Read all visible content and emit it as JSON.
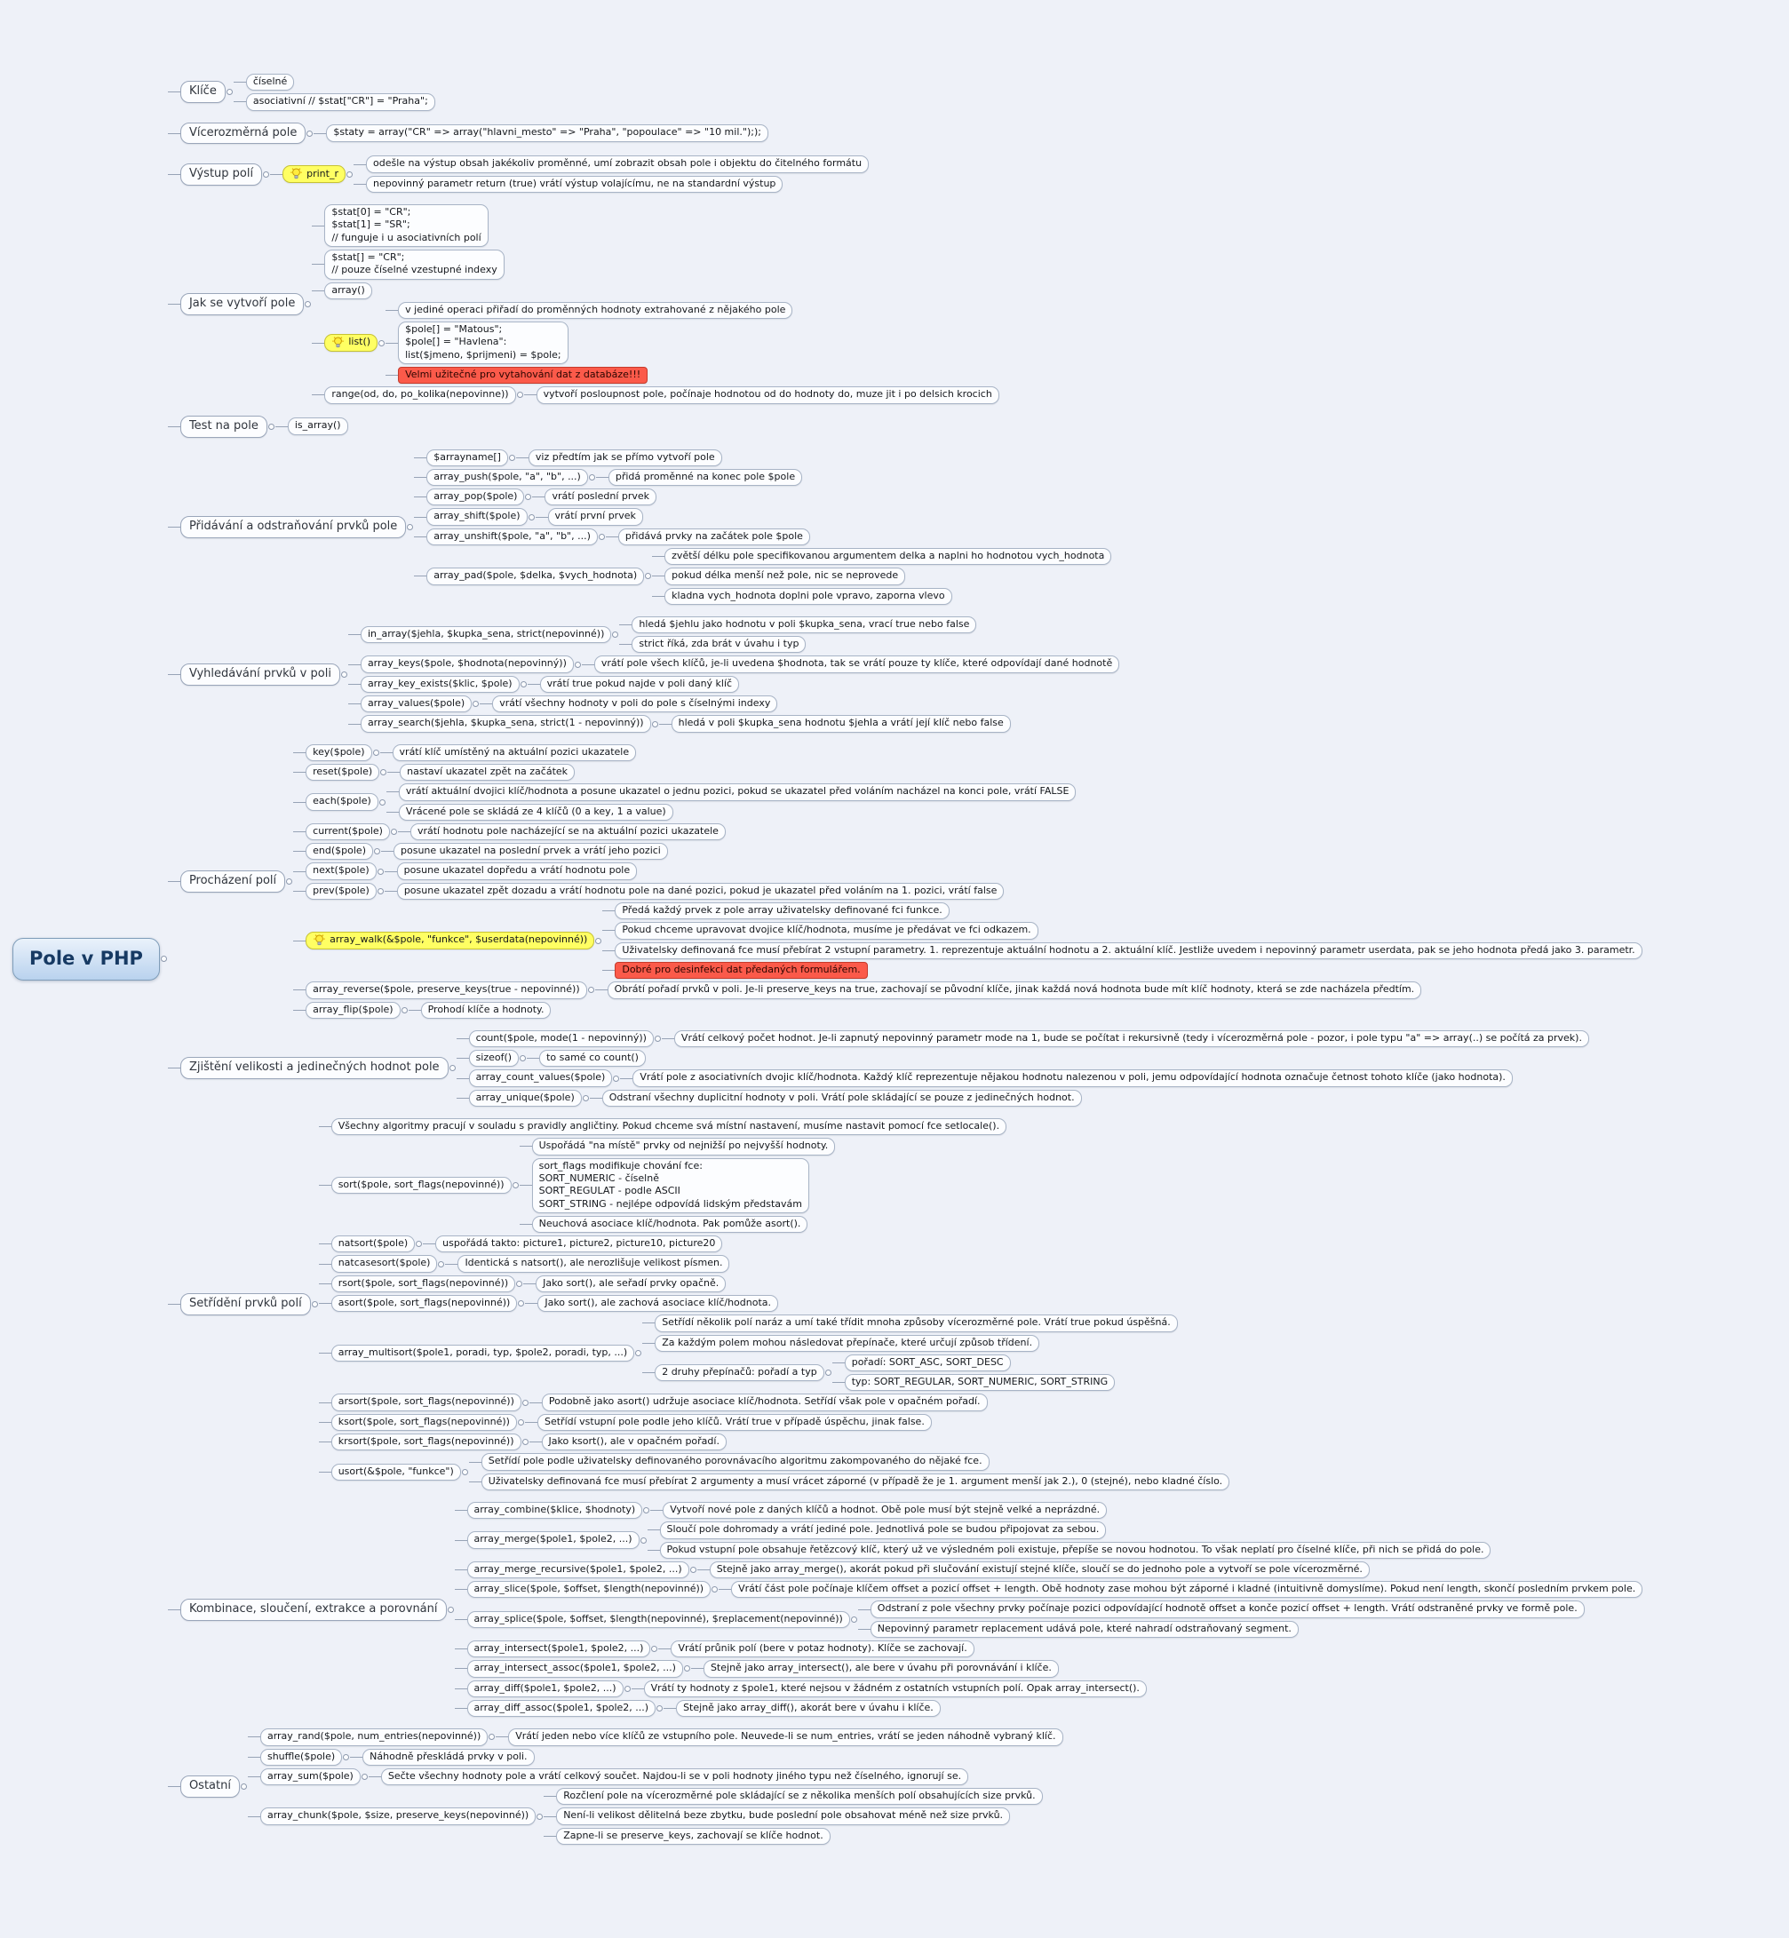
{
  "colors": {
    "background": "#eef1f8",
    "root_bg": "#b9d2ee",
    "root_border": "#7f9db9",
    "node_bg": "#fcfdff",
    "node_border": "#a8b4c6",
    "connector_line": "#97a3b6",
    "idea_bg": "#ffff63",
    "warning_bg": "#fb5a4a"
  },
  "map": {
    "text": "Pole v PHP",
    "style": "root",
    "children": [
      {
        "text": "Klíče",
        "style": "topic",
        "children": [
          {
            "text": "číselné"
          },
          {
            "text": "asociativní // $stat[\"CR\"] = \"Praha\";"
          }
        ]
      },
      {
        "text": "Vícerozměrná pole",
        "style": "topic",
        "children": [
          {
            "text": "$staty = array(\"CR\" => array(\"hlavni_mesto\" => \"Praha\", \"popoulace\" => \"10 mil.\"););"
          }
        ]
      },
      {
        "text": "Výstup polí",
        "style": "topic",
        "children": [
          {
            "text": "print_r",
            "style": "idea",
            "icon": "lightbulb-icon",
            "children": [
              {
                "text": "odešle na výstup obsah jakékoliv proměnné, umí zobrazit obsah pole i objektu do čitelného formátu"
              },
              {
                "text": "nepovinný parametr return (true) vrátí výstup volajícímu, ne na standardní výstup"
              }
            ]
          }
        ]
      },
      {
        "text": "Jak se vytvoří pole",
        "style": "topic",
        "children": [
          {
            "text": "$stat[0] = \"CR\";\n$stat[1] = \"SR\";\n// funguje i u asociativních polí"
          },
          {
            "text": "$stat[] = \"CR\";\n// pouze číselné vzestupné indexy"
          },
          {
            "text": "array()"
          },
          {
            "text": "list()",
            "style": "idea",
            "icon": "lightbulb-icon",
            "children": [
              {
                "text": "v jediné operaci přiřadí do proměnných hodnoty extrahované z nějakého pole"
              },
              {
                "text": "$pole[] = \"Matous\";\n$pole[] = \"Havlena\":\nlist($jmeno, $prijmeni) = $pole;"
              },
              {
                "text": "Velmi užitečné pro vytahování dat z databáze!!!",
                "style": "warning"
              }
            ]
          },
          {
            "text": "range(od, do, po_kolika(nepovinne))",
            "children": [
              {
                "text": "vytvoří posloupnost pole, počínaje hodnotou od do hodnoty do, muze jit i po delsich krocich"
              }
            ]
          }
        ]
      },
      {
        "text": "Test na pole",
        "style": "topic",
        "children": [
          {
            "text": "is_array()"
          }
        ]
      },
      {
        "text": "Přidávání a odstraňování prvků pole",
        "style": "topic",
        "children": [
          {
            "text": "$arrayname[]",
            "children": [
              {
                "text": "viz předtím jak se přímo vytvoří pole"
              }
            ]
          },
          {
            "text": "array_push($pole, \"a\", \"b\", ...)",
            "children": [
              {
                "text": "přidá proměnné na konec pole $pole"
              }
            ]
          },
          {
            "text": "array_pop($pole)",
            "children": [
              {
                "text": "vrátí poslední prvek"
              }
            ]
          },
          {
            "text": "array_shift($pole)",
            "children": [
              {
                "text": "vrátí první prvek"
              }
            ]
          },
          {
            "text": "array_unshift($pole, \"a\", \"b\", ...)",
            "children": [
              {
                "text": "přidává prvky na začátek pole $pole"
              }
            ]
          },
          {
            "text": "array_pad($pole, $delka, $vych_hodnota)",
            "children": [
              {
                "text": "zvětší délku pole specifikovanou argumentem delka a naplni ho hodnotou vych_hodnota"
              },
              {
                "text": "pokud délka menší než pole, nic se neprovede"
              },
              {
                "text": "kladna vych_hodnota doplni pole vpravo, zaporna vlevo"
              }
            ]
          }
        ]
      },
      {
        "text": "Vyhledávání prvků v poli",
        "style": "topic",
        "children": [
          {
            "text": "in_array($jehla, $kupka_sena, strict(nepovinné))",
            "children": [
              {
                "text": "hledá $jehlu jako hodnotu v poli $kupka_sena, vrací true nebo false"
              },
              {
                "text": "strict říká, zda brát v úvahu i typ"
              }
            ]
          },
          {
            "text": "array_keys($pole, $hodnota(nepovinný))",
            "children": [
              {
                "text": "vrátí pole všech klíčů, je-li uvedena $hodnota, tak se vrátí pouze ty klíče, které odpovídají dané hodnotě"
              }
            ]
          },
          {
            "text": "array_key_exists($klic, $pole)",
            "children": [
              {
                "text": "vrátí true pokud najde v poli daný klíč"
              }
            ]
          },
          {
            "text": "array_values($pole)",
            "children": [
              {
                "text": "vrátí všechny hodnoty v poli do pole s číselnými indexy"
              }
            ]
          },
          {
            "text": "array_search($jehla, $kupka_sena, strict(1 - nepovinný))",
            "children": [
              {
                "text": "hledá v poli $kupka_sena hodnotu $jehla a vrátí její klíč nebo false"
              }
            ]
          }
        ]
      },
      {
        "text": "Procházení polí",
        "style": "topic",
        "children": [
          {
            "text": "key($pole)",
            "children": [
              {
                "text": "vrátí klíč umístěný na aktuální pozici ukazatele"
              }
            ]
          },
          {
            "text": "reset($pole)",
            "children": [
              {
                "text": "nastaví ukazatel zpět na začátek"
              }
            ]
          },
          {
            "text": "each($pole)",
            "children": [
              {
                "text": "vrátí aktuální dvojici klíč/hodnota a posune ukazatel o jednu pozici, pokud se ukazatel před voláním nacházel na konci pole, vrátí FALSE"
              },
              {
                "text": "Vrácené pole se skládá ze 4 klíčů (0 a key, 1 a value)"
              }
            ]
          },
          {
            "text": "current($pole)",
            "children": [
              {
                "text": "vrátí hodnotu pole nacházející se na aktuální pozici ukazatele"
              }
            ]
          },
          {
            "text": "end($pole)",
            "children": [
              {
                "text": "posune ukazatel na poslední prvek a vrátí jeho pozici"
              }
            ]
          },
          {
            "text": "next($pole)",
            "children": [
              {
                "text": "posune ukazatel dopředu a vrátí hodnotu pole"
              }
            ]
          },
          {
            "text": "prev($pole)",
            "children": [
              {
                "text": "posune ukazatel zpět dozadu a vrátí hodnotu pole na dané pozici, pokud je ukazatel před voláním na 1. pozici, vrátí false"
              }
            ]
          },
          {
            "text": "array_walk(&$pole, \"funkce\", $userdata(nepovinné))",
            "style": "idea",
            "icon": "lightbulb-icon",
            "children": [
              {
                "text": "Předá každý prvek z pole array uživatelsky definované fci funkce."
              },
              {
                "text": "Pokud chceme upravovat dvojice klíč/hodnota, musíme je předávat ve fci odkazem."
              },
              {
                "text": "Uživatelsky definovaná fce musí přebírat 2 vstupní parametry. 1. reprezentuje aktuální hodnotu a 2. aktuální klíč. Jestliže uvedem i nepovinný parametr userdata, pak se jeho hodnota předá jako 3. parametr."
              },
              {
                "text": "Dobré pro desinfekci dat předaných formulářem.",
                "style": "warning"
              }
            ]
          },
          {
            "text": "array_reverse($pole, preserve_keys(true - nepovinné))",
            "children": [
              {
                "text": "Obrátí pořadí prvků v poli. Je-li preserve_keys na true, zachovají se původní klíče, jinak každá nová hodnota bude mít klíč hodnoty, která se zde nacházela předtím."
              }
            ]
          },
          {
            "text": "array_flip($pole)",
            "children": [
              {
                "text": "Prohodí klíče a hodnoty."
              }
            ]
          }
        ]
      },
      {
        "text": "Zjištění velikosti a jedinečných hodnot pole",
        "style": "topic",
        "children": [
          {
            "text": "count($pole, mode(1 - nepovinný))",
            "children": [
              {
                "text": "Vrátí celkový počet hodnot. Je-li zapnutý nepovinný parametr mode na 1, bude se počítat i rekursivně (tedy i vícerozměrná pole - pozor, i pole typu \"a\" => array(..) se počítá za prvek)."
              }
            ]
          },
          {
            "text": "sizeof()",
            "children": [
              {
                "text": "to samé co count()"
              }
            ]
          },
          {
            "text": "array_count_values($pole)",
            "children": [
              {
                "text": "Vrátí pole z asociativních dvojic klíč/hodnota. Každý klíč reprezentuje nějakou hodnotu nalezenou v poli, jemu odpovídající hodnota označuje četnost tohoto klíče (jako hodnota)."
              }
            ]
          },
          {
            "text": "array_unique($pole)",
            "children": [
              {
                "text": "Odstraní všechny duplicitní hodnoty v poli. Vrátí pole skládající se pouze z jedinečných hodnot."
              }
            ]
          }
        ]
      },
      {
        "text": "Setřídění prvků polí",
        "style": "topic",
        "children": [
          {
            "text": "Všechny algoritmy pracují v souladu s pravidly angličtiny. Pokud chceme svá místní nastavení, musíme nastavit pomocí fce setlocale()."
          },
          {
            "text": "sort($pole, sort_flags(nepovinné))",
            "children": [
              {
                "text": "Uspořádá \"na místě\" prvky od nejnižší po nejvyšší hodnoty."
              },
              {
                "text": "sort_flags modifikuje chování fce:\nSORT_NUMERIC - číselně\nSORT_REGULAT - podle ASCII\nSORT_STRING - nejlépe odpovídá lidským představám"
              },
              {
                "text": "Neuchová asociace klíč/hodnota. Pak pomůže asort()."
              }
            ]
          },
          {
            "text": "natsort($pole)",
            "children": [
              {
                "text": "uspořádá takto: picture1, picture2, picture10, picture20"
              }
            ]
          },
          {
            "text": "natcasesort($pole)",
            "children": [
              {
                "text": "Identická s natsort(), ale nerozlišuje velikost písmen."
              }
            ]
          },
          {
            "text": "rsort($pole, sort_flags(nepovinné))",
            "children": [
              {
                "text": "Jako sort(), ale seřadí prvky opačně."
              }
            ]
          },
          {
            "text": "asort($pole, sort_flags(nepovinné))",
            "children": [
              {
                "text": "Jako sort(), ale zachová asociace klíč/hodnota."
              }
            ]
          },
          {
            "text": "array_multisort($pole1, poradi, typ, $pole2, poradi, typ, ...)",
            "children": [
              {
                "text": "Setřídí několik polí naráz a umí také třídit mnoha způsoby vícerozměrné pole. Vrátí true pokud úspěšná."
              },
              {
                "text": "Za každým polem mohou následovat přepínače, které určují způsob třídení."
              },
              {
                "text": "2 druhy přepínačů: pořadí a typ",
                "children": [
                  {
                    "text": "pořadí: SORT_ASC, SORT_DESC"
                  },
                  {
                    "text": "typ: SORT_REGULAR, SORT_NUMERIC, SORT_STRING"
                  }
                ]
              }
            ]
          },
          {
            "text": "arsort($pole, sort_flags(nepovinné))",
            "children": [
              {
                "text": "Podobně jako asort() udržuje asociace klíč/hodnota. Setřídí však pole v opačném pořadí."
              }
            ]
          },
          {
            "text": "ksort($pole, sort_flags(nepovinné))",
            "children": [
              {
                "text": "Setřídí vstupní pole podle jeho klíčů. Vrátí true v případě úspěchu, jinak false."
              }
            ]
          },
          {
            "text": "krsort($pole, sort_flags(nepovinné))",
            "children": [
              {
                "text": "Jako ksort(), ale v opačném pořadí."
              }
            ]
          },
          {
            "text": "usort(&$pole, \"funkce\")",
            "children": [
              {
                "text": "Setřídí pole podle uživatelsky definovaného porovnávacího algoritmu zakompovaného do nějaké fce."
              },
              {
                "text": "Uživatelsky definovaná fce musí přebírat 2 argumenty a musí vrácet záporné (v případě že je 1. argument menší jak 2.), 0 (stejné), nebo kladné číslo."
              }
            ]
          }
        ]
      },
      {
        "text": "Kombinace, sloučení, extrakce a porovnání",
        "style": "topic",
        "children": [
          {
            "text": "array_combine($klice, $hodnoty)",
            "children": [
              {
                "text": "Vytvoří nové pole z daných klíčů a hodnot. Obě pole musí být stejně velké a neprázdné."
              }
            ]
          },
          {
            "text": "array_merge($pole1, $pole2, ...)",
            "children": [
              {
                "text": "Sloučí pole dohromady a vrátí jediné pole. Jednotlivá pole se budou připojovat za sebou."
              },
              {
                "text": "Pokud vstupní pole obsahuje řetězcový klíč, který už ve výsledném poli existuje, přepíše se novou hodnotou. To však neplatí pro číselné klíče, při nich se přidá do pole."
              }
            ]
          },
          {
            "text": "array_merge_recursive($pole1, $pole2, ...)",
            "children": [
              {
                "text": "Stejně jako array_merge(), akorát pokud při slučování existují stejné klíče, sloučí se do jednoho pole a vytvoří se pole vícerozměrné."
              }
            ]
          },
          {
            "text": "array_slice($pole, $offset, $length(nepovinné))",
            "children": [
              {
                "text": "Vrátí část pole počínaje klíčem offset a pozicí offset + length. Obě hodnoty zase mohou být záporné i kladné (intuitivně domyslíme). Pokud není length, skončí posledním prvkem pole."
              }
            ]
          },
          {
            "text": "array_splice($pole, $offset, $length(nepovinné), $replacement(nepovinné))",
            "children": [
              {
                "text": "Odstraní z pole všechny prvky počínaje pozici odpovídající hodnotě offset a konče pozicí offset + length. Vrátí odstraněné prvky ve formě pole."
              },
              {
                "text": "Nepovinný parametr replacement udává pole, které nahradí odstraňovaný segment."
              }
            ]
          },
          {
            "text": "array_intersect($pole1, $pole2, ...)",
            "children": [
              {
                "text": "Vrátí průnik polí (bere v potaz hodnoty). Klíče se zachovají."
              }
            ]
          },
          {
            "text": "array_intersect_assoc($pole1, $pole2, ...)",
            "children": [
              {
                "text": "Stejně jako array_intersect(), ale bere v úvahu při porovnávání i klíče."
              }
            ]
          },
          {
            "text": "array_diff($pole1, $pole2, ...)",
            "children": [
              {
                "text": "Vrátí ty hodnoty z $pole1, které nejsou v žádném z ostatních vstupních polí. Opak array_intersect()."
              }
            ]
          },
          {
            "text": "array_diff_assoc($pole1, $pole2, ...)",
            "children": [
              {
                "text": "Stejně jako array_diff(), akorát bere v úvahu i klíče."
              }
            ]
          }
        ]
      },
      {
        "text": "Ostatní",
        "style": "topic",
        "children": [
          {
            "text": "array_rand($pole, num_entries(nepovinné))",
            "children": [
              {
                "text": "Vrátí jeden nebo více klíčů ze vstupního pole. Neuvede-li se num_entries, vrátí se jeden náhodně vybraný klíč."
              }
            ]
          },
          {
            "text": "shuffle($pole)",
            "children": [
              {
                "text": "Náhodně přeskládá prvky v poli."
              }
            ]
          },
          {
            "text": "array_sum($pole)",
            "children": [
              {
                "text": "Sečte všechny hodnoty pole a vrátí celkový součet. Najdou-li se v poli hodnoty jiného typu než číselného, ignorují se."
              }
            ]
          },
          {
            "text": "array_chunk($pole, $size, preserve_keys(nepovinné))",
            "children": [
              {
                "text": "Rozčlení pole na vícerozměrné pole skládající se z několika menších polí obsahujících size prvků."
              },
              {
                "text": "Není-li velikost dělitelná beze zbytku, bude poslední pole obsahovat méně než size prvků."
              },
              {
                "text": "Zapne-li se preserve_keys, zachovají se klíče hodnot."
              }
            ]
          }
        ]
      }
    ]
  }
}
